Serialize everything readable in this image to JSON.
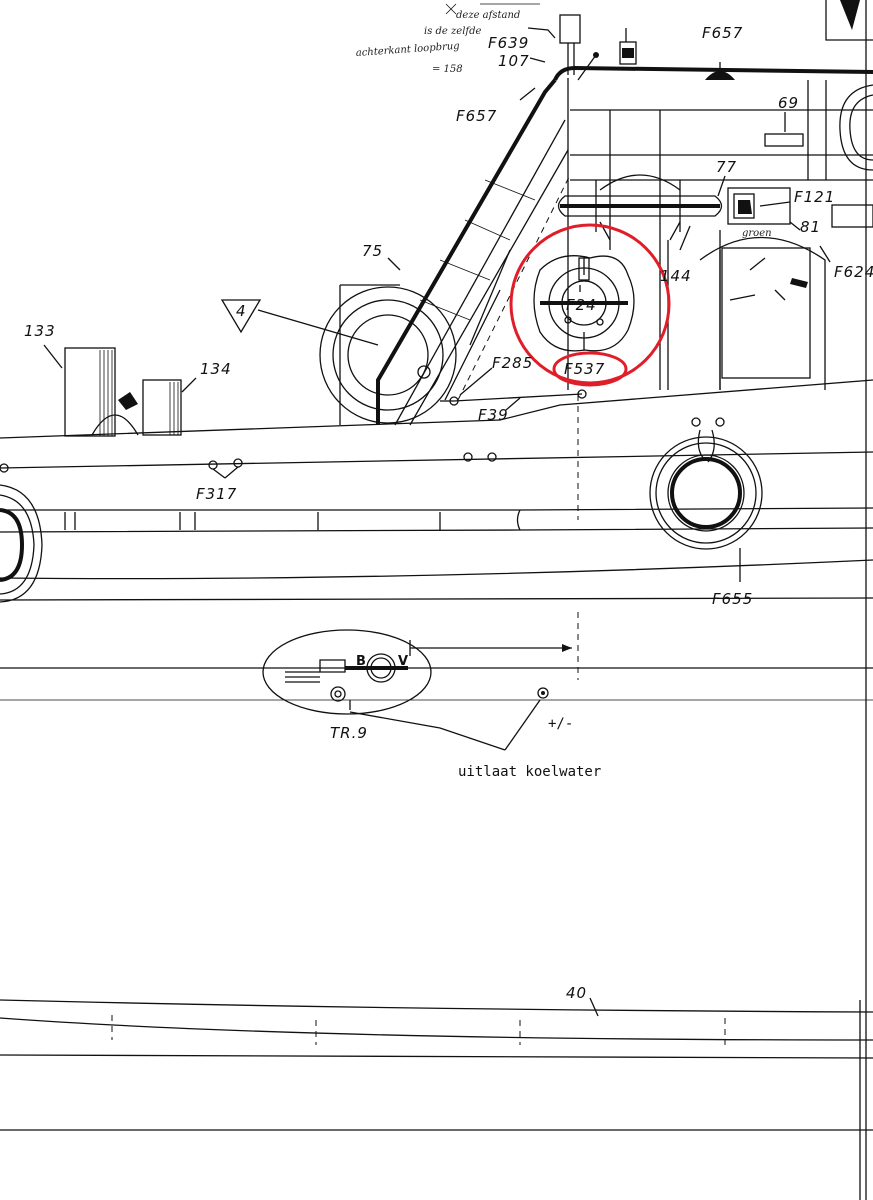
{
  "labels": {
    "f657_top": "F657",
    "f639": "F639",
    "n107": "107",
    "f657_left": "F657",
    "n69": "69",
    "n77": "77",
    "f121": "F121",
    "n81": "81",
    "groen": "groen",
    "f624": "F624",
    "n144": "144",
    "n75": "75",
    "n4": "4",
    "n133": "133",
    "n134": "134",
    "f24": "F24",
    "f285": "F285",
    "f537": "F537",
    "f39": "F39",
    "f317": "F317",
    "f655": "F655",
    "b": "B",
    "v": "V",
    "tr9": "TR.9",
    "plusminus": "+/-",
    "uitlaat": "uitlaat koelwater",
    "n40": "40"
  },
  "handwritten": {
    "line1": "deze afstand",
    "line2": "is de zelfde",
    "line3": "achterkant loopbrug",
    "line4": "= 158"
  },
  "colors": {
    "ink": "#111111",
    "highlight": "#e01e2a",
    "paper": "#ffffff"
  },
  "highlights": [
    {
      "target": "lifebuoy F24",
      "shape": "circle"
    },
    {
      "target": "label F537",
      "shape": "ellipse"
    }
  ]
}
